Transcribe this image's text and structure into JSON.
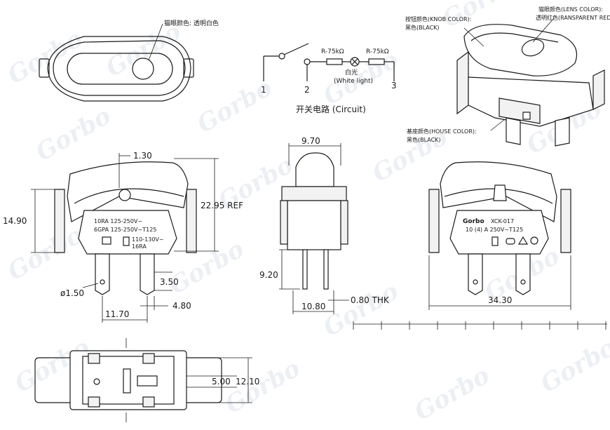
{
  "watermark": {
    "brand": "Gorbo"
  },
  "circuit": {
    "resistor_1": "R-75kΩ",
    "resistor_2": "R-75kΩ",
    "lamp_label_cn": "白光",
    "lamp_label_en": "(White light)",
    "terminal_1": "1",
    "terminal_2": "2",
    "terminal_3": "3",
    "caption": "开关电路 (Circuit)"
  },
  "top_view": {
    "lens_color_label": "猫眼颜色: 透明白色"
  },
  "iso_view": {
    "lens_color_cn": "猫眼颜色(LENS COLOR):",
    "lens_color_value": "透明红色(RANSPARENT RED)",
    "knob_color_cn": "按钮颜色(KNOB COLOR):",
    "knob_color_value": "黑色(BLACK)",
    "house_color_cn": "基座颜色(HOUSE COLOR):",
    "house_color_value": "黑色(BLACK)"
  },
  "front_view": {
    "dim_pivot": "1.30",
    "dim_height": "22.95 REF",
    "dim_body": "14.90",
    "rating_1": "10RA 125-250V~",
    "rating_2": "6GPA 125-250V~T125",
    "rating_3": "110-130V~",
    "rating_4": "16RA",
    "dim_pin_dia": "ø1.50",
    "dim_pin_width": "3.50",
    "dim_pin_offset": "4.80",
    "dim_pin_pitch": "11.70"
  },
  "side_view": {
    "dim_top": "9.70",
    "dim_pin_len": "9.20",
    "dim_thk": "0.80 THK",
    "dim_base": "10.80"
  },
  "back_view": {
    "brand": "Gorbo",
    "model": "XCK-017",
    "rating": "10 (4) A 250V~T125",
    "dim_width": "34.30"
  },
  "bottom_view": {
    "dim_inner": "5.00",
    "dim_outer": "12.10"
  }
}
